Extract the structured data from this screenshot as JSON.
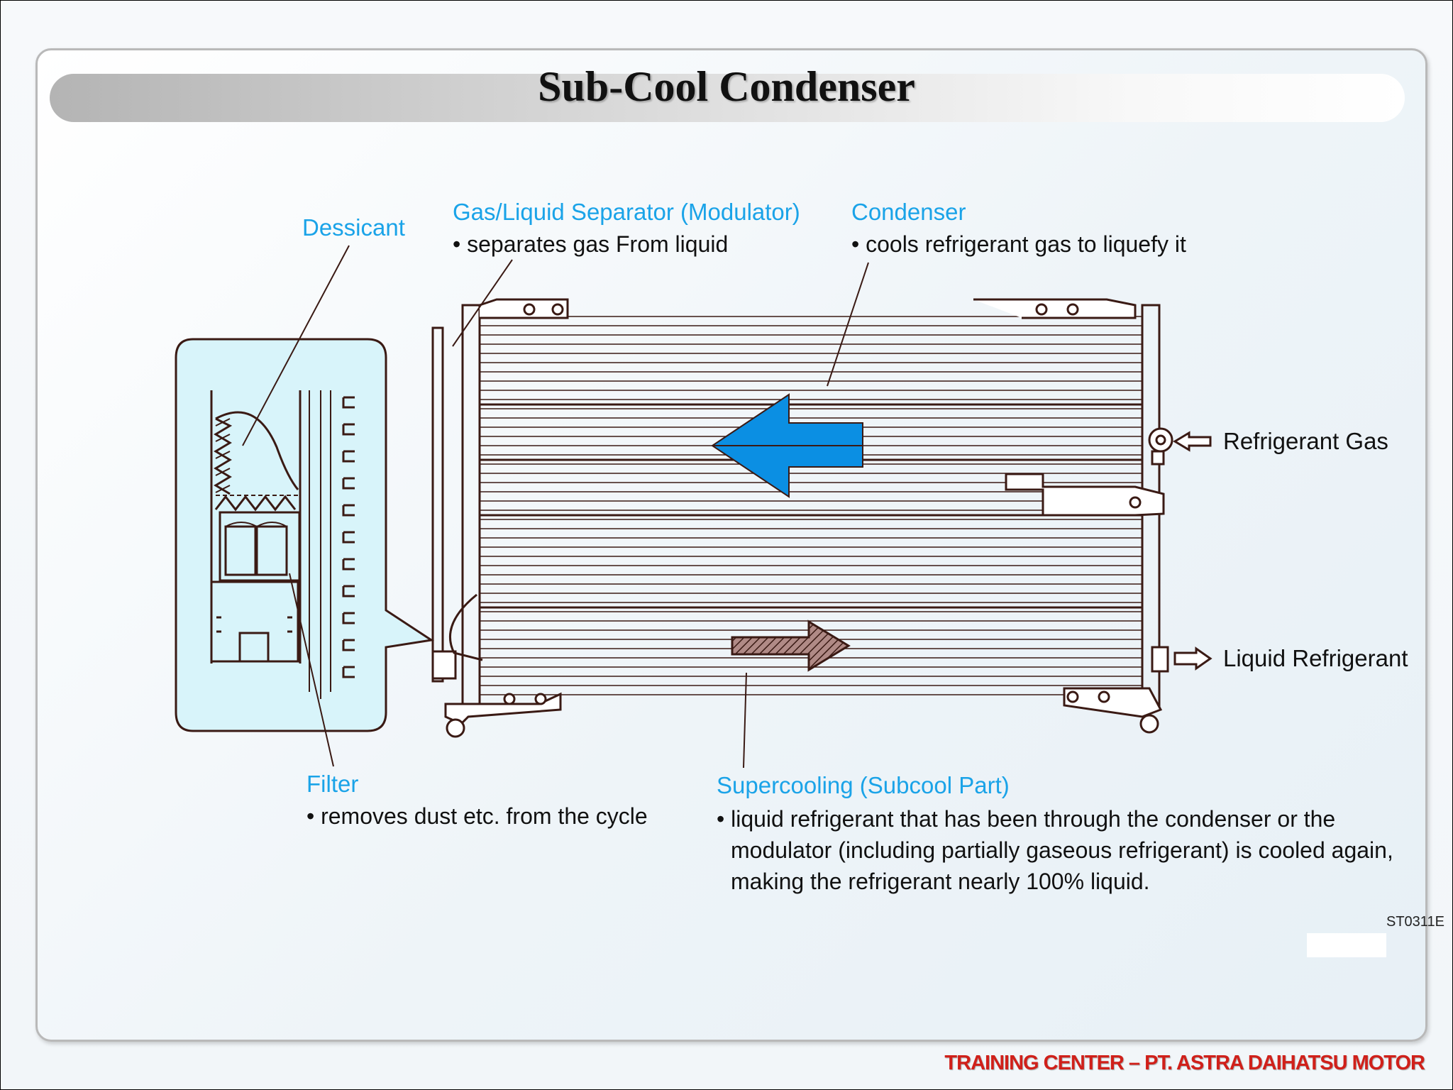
{
  "slide": {
    "title": "Sub-Cool Condenser",
    "footer": "TRAINING CENTER – PT. ASTRA DAIHATSU MOTOR",
    "figure_code": "ST0311E"
  },
  "labels": {
    "dessicant": "Dessicant",
    "separator_title": "Gas/Liquid Separator (Modulator)",
    "separator_desc": "• separates gas From liquid",
    "condenser_title": "Condenser",
    "condenser_desc": "• cools refrigerant gas to liquefy it",
    "refrigerant_gas": "Refrigerant Gas",
    "liquid_refrigerant": "Liquid Refrigerant",
    "filter_title": "Filter",
    "filter_desc": "• removes dust etc. from the cycle",
    "supercooling_title": "Supercooling (Subcool Part)",
    "supercooling_line1": "• liquid refrigerant that has been through the condenser or the",
    "supercooling_line2": "modulator (including partially gaseous refrigerant) is cooled again,",
    "supercooling_line3": "making the refrigerant nearly 100% liquid."
  },
  "colors": {
    "label_blue": "#1aa3e8",
    "flow_arrow": "#0b8fe3",
    "inset_fill": "#d8f4fa",
    "line": "#3a1a14",
    "footer_red": "#d0201a"
  }
}
